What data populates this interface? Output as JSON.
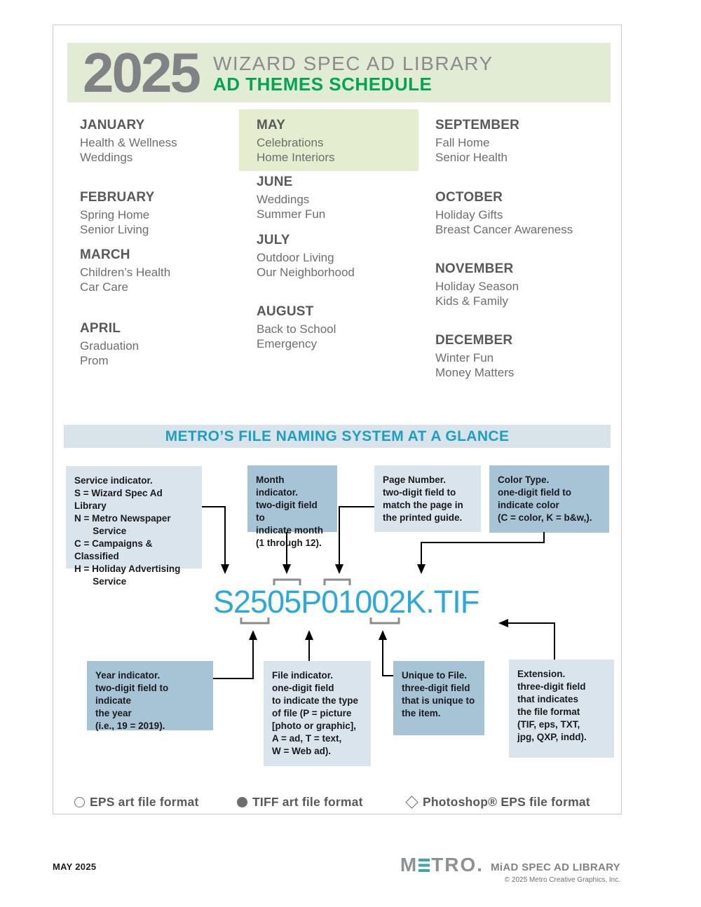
{
  "header": {
    "year": "2025",
    "library": "WIZARD SPEC AD LIBRARY",
    "schedule": "AD THEMES SCHEDULE"
  },
  "months": [
    {
      "name": "JANUARY",
      "themes": [
        "Health & Wellness",
        "Weddings"
      ]
    },
    {
      "name": "FEBRUARY",
      "themes": [
        "Spring Home",
        "Senior Living"
      ]
    },
    {
      "name": "MARCH",
      "themes": [
        "Children’s Health",
        "Car Care"
      ]
    },
    {
      "name": "APRIL",
      "themes": [
        "Graduation",
        "Prom"
      ]
    },
    {
      "name": "MAY",
      "themes": [
        "Celebrations",
        "Home Interiors"
      ],
      "highlighted": true
    },
    {
      "name": "JUNE",
      "themes": [
        "Weddings",
        "Summer Fun"
      ]
    },
    {
      "name": "JULY",
      "themes": [
        "Outdoor Living",
        "Our Neighborhood"
      ]
    },
    {
      "name": "AUGUST",
      "themes": [
        "Back to School",
        "Emergency"
      ]
    },
    {
      "name": "SEPTEMBER",
      "themes": [
        "Fall Home",
        "Senior Health"
      ]
    },
    {
      "name": "OCTOBER",
      "themes": [
        "Holiday Gifts",
        "Breast Cancer Awareness"
      ]
    },
    {
      "name": "NOVEMBER",
      "themes": [
        "Holiday Season",
        "Kids & Family"
      ]
    },
    {
      "name": "DECEMBER",
      "themes": [
        "Winter Fun",
        "Money Matters"
      ]
    }
  ],
  "naming": {
    "banner": "METRO’S FILE NAMING SYSTEM AT A GLANCE",
    "filename": "S2505P01002K.TIF",
    "callouts": {
      "service": "Service indicator.\nS = Wizard Spec Ad Library\nN = Metro Newspaper\n       Service\nC = Campaigns & Classified\nH = Holiday Advertising\n       Service",
      "month": "Month indicator.\ntwo-digit field to\nindicate month\n(1 through 12).",
      "page": "Page Number.\ntwo-digit field to\nmatch the page in\nthe printed guide.",
      "color": "Color Type.\none-digit field to\nindicate color\n(C = color, K = b&w,).",
      "year": "Year indicator.\ntwo-digit field to indicate\nthe year\n(i.e., 19 = 2019).",
      "file": "File indicator.\none-digit field\nto indicate the type\nof file (P = picture\n[photo or graphic],\nA = ad, T = text,\nW = Web ad).",
      "unique": "Unique to File.\nthree-digit field\nthat is unique to\nthe item.",
      "extension": "Extension.\nthree-digit field\nthat indicates\nthe file format\n(TIF, eps, TXT,\njpg, QXP, indd)."
    }
  },
  "legend": [
    {
      "icon": "circle-outline-icon",
      "label": "EPS art file format"
    },
    {
      "icon": "circle-filled-icon",
      "label": "TIFF art file format"
    },
    {
      "icon": "diamond-icon",
      "label": "Photoshop® EPS file format"
    }
  ],
  "footer": {
    "date": "MAY 2025",
    "logo_m": "M",
    "logo_tro": "TRO.",
    "brand": "MiAD SPEC AD LIBRARY",
    "copyright": "© 2025 Metro Creative Graphics, Inc."
  },
  "colors": {
    "header_band": "#e2ebd3",
    "schedule_green": "#00a651",
    "banner_teal": "#1b9fc2",
    "filename_cyan": "#29a9de",
    "box_light": "#d9e4ec",
    "box_dark": "#a7c4d6",
    "may_highlight": "#e4eecf"
  }
}
